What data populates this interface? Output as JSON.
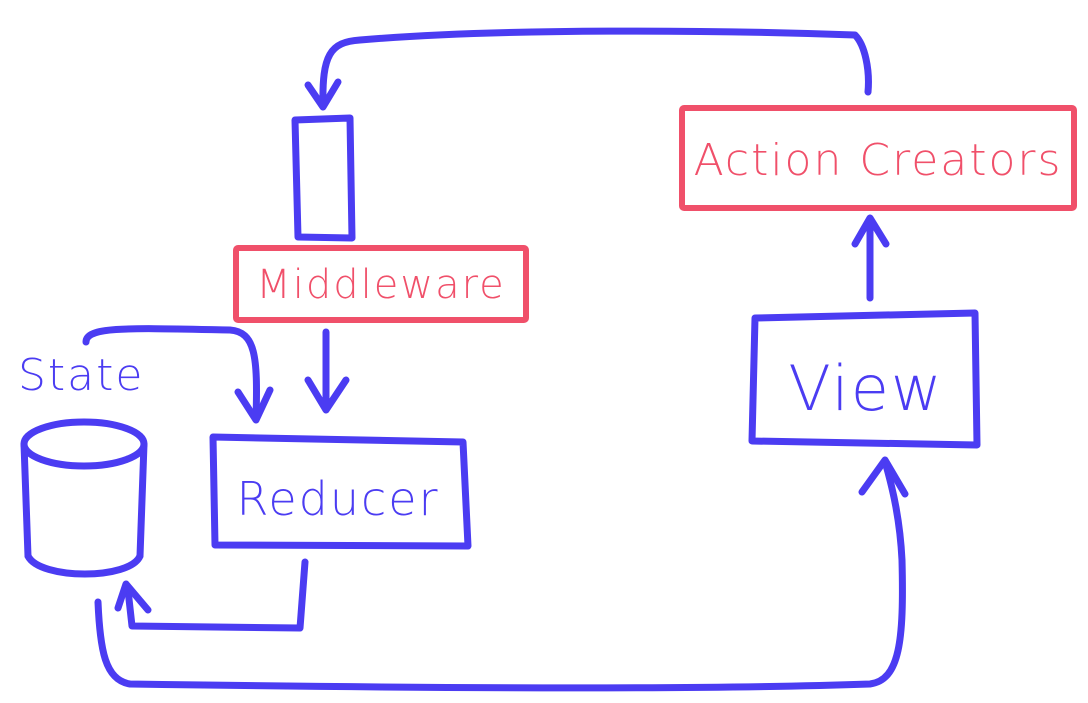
{
  "labels": {
    "middleware": "Middleware",
    "action_creators": "Action Creators",
    "view": "View",
    "reducer": "Reducer",
    "state": "State"
  },
  "colors": {
    "blue": "#4b3cf2",
    "red": "#f0506a",
    "background": "#ffffff"
  },
  "icons": {
    "state_store": "database-cylinder-icon"
  }
}
